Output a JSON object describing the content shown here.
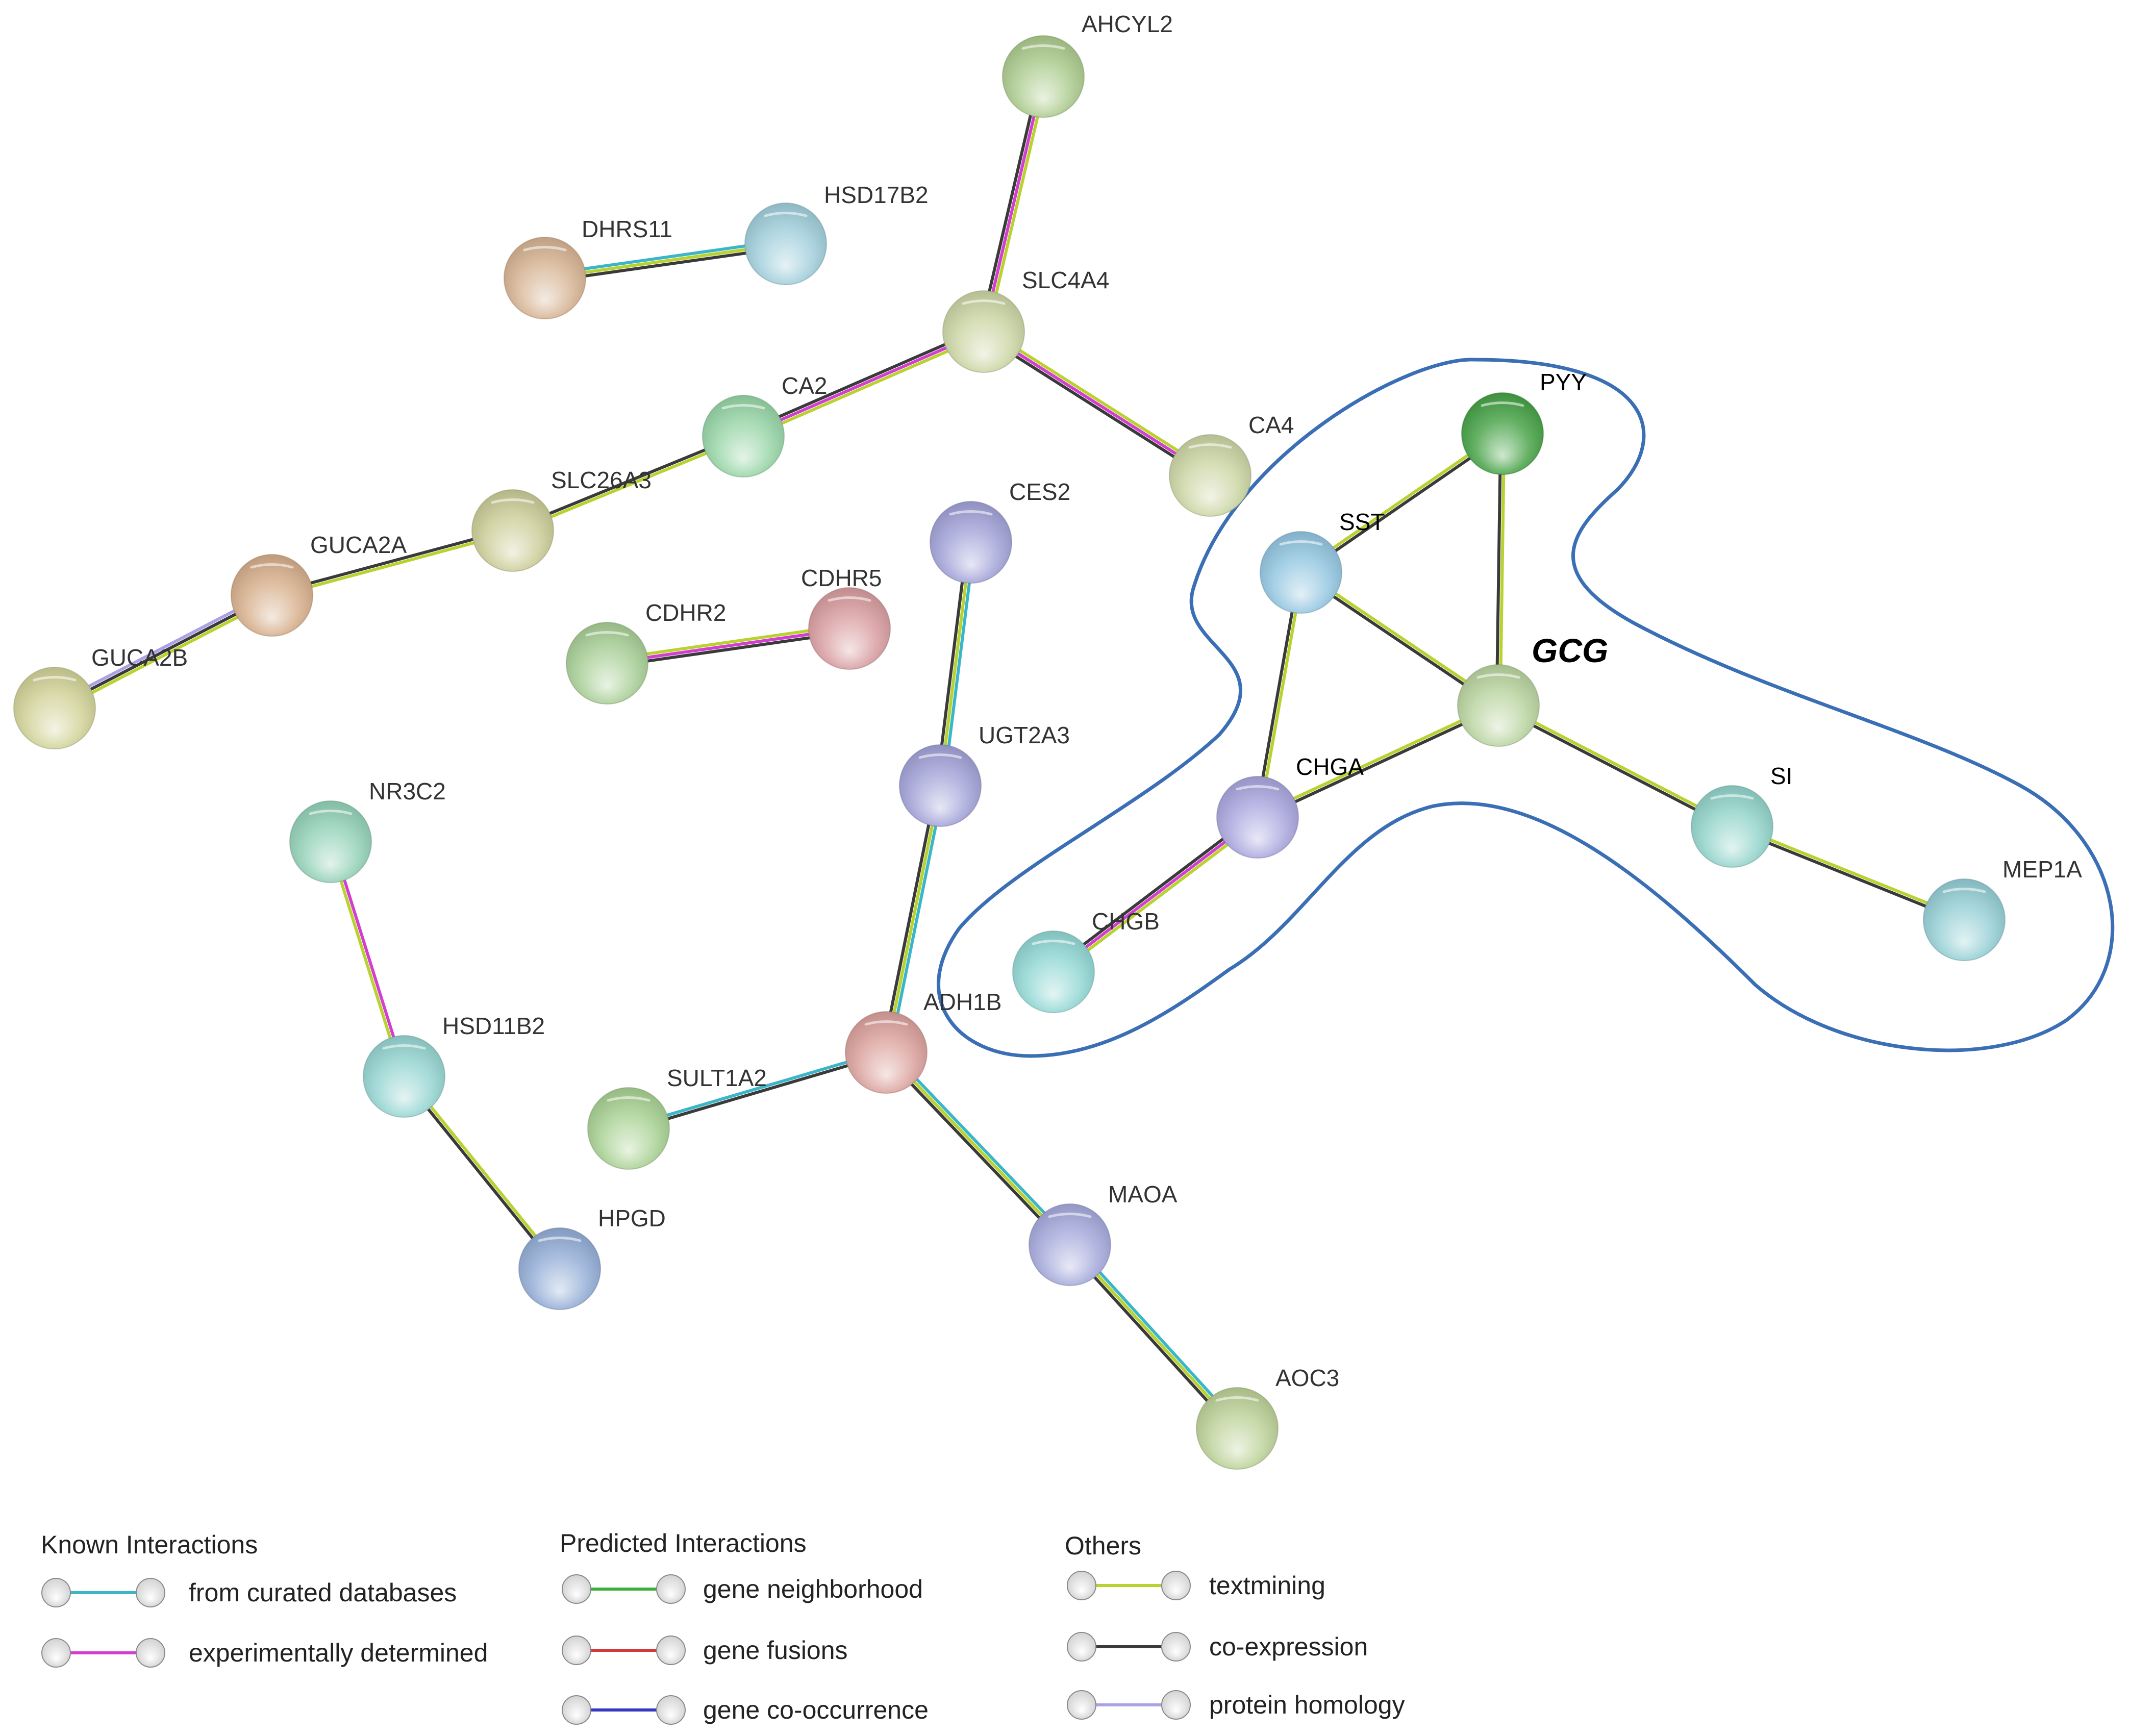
{
  "nodes": [
    {
      "id": "AHCYL2",
      "label": "AHCYL2",
      "color": "#a9c98a"
    },
    {
      "id": "HSD17B2",
      "label": "HSD17B2",
      "color": "#9cccd9"
    },
    {
      "id": "DHRS11",
      "label": "DHRS11",
      "color": "#d4b08e"
    },
    {
      "id": "SLC4A4",
      "label": "SLC4A4",
      "color": "#c9d3a0"
    },
    {
      "id": "CA2",
      "label": "CA2",
      "color": "#93d3a3"
    },
    {
      "id": "CA4",
      "label": "CA4",
      "color": "#c9d3a0"
    },
    {
      "id": "SLC26A3",
      "label": "SLC26A3",
      "color": "#c9ca93"
    },
    {
      "id": "GUCA2A",
      "label": "GUCA2A",
      "color": "#d4ab86"
    },
    {
      "id": "GUCA2B",
      "label": "GUCA2B",
      "color": "#cfd194"
    },
    {
      "id": "CES2",
      "label": "CES2",
      "color": "#9e9fd6"
    },
    {
      "id": "CDHR5",
      "label": "CDHR5",
      "color": "#d7999c"
    },
    {
      "id": "CDHR2",
      "label": "CDHR2",
      "color": "#a5cd92"
    },
    {
      "id": "UGT2A3",
      "label": "UGT2A3",
      "color": "#9e9fd6"
    },
    {
      "id": "NR3C2",
      "label": "NR3C2",
      "color": "#8fd0b5"
    },
    {
      "id": "HSD11B2",
      "label": "HSD11B2",
      "color": "#91d3cf"
    },
    {
      "id": "HPGD",
      "label": "HPGD",
      "color": "#8eaad4"
    },
    {
      "id": "ADH1B",
      "label": "ADH1B",
      "color": "#d99d98"
    },
    {
      "id": "SULT1A2",
      "label": "SULT1A2",
      "color": "#a5cf8e"
    },
    {
      "id": "MAOA",
      "label": "MAOA",
      "color": "#a1a6da"
    },
    {
      "id": "AOC3",
      "label": "AOC3",
      "color": "#b9cf93"
    },
    {
      "id": "PYY",
      "label": "PYY",
      "color": "#3e9e3e",
      "dark": true
    },
    {
      "id": "SST",
      "label": "SST",
      "color": "#8fc4e0",
      "dark": true
    },
    {
      "id": "GCG",
      "label": "GCG",
      "color": "#b7d29c",
      "focus": true
    },
    {
      "id": "CHGA",
      "label": "CHGA",
      "color": "#a6a3dd",
      "dark": true
    },
    {
      "id": "CHGB",
      "label": "CHGB",
      "color": "#8dd6d2"
    },
    {
      "id": "SI",
      "label": "SI",
      "color": "#8dd2c8",
      "dark": true
    },
    {
      "id": "MEP1A",
      "label": "MEP1A",
      "color": "#90cdd3"
    }
  ],
  "edges": [
    {
      "source": "AHCYL2",
      "target": "SLC4A4",
      "evidence": [
        "textmining",
        "experimental",
        "coexpression"
      ]
    },
    {
      "source": "DHRS11",
      "target": "HSD17B2",
      "evidence": [
        "curated",
        "textmining",
        "coexpression"
      ]
    },
    {
      "source": "SLC4A4",
      "target": "CA2",
      "evidence": [
        "textmining",
        "experimental",
        "coexpression"
      ]
    },
    {
      "source": "SLC4A4",
      "target": "CA4",
      "evidence": [
        "textmining",
        "experimental",
        "coexpression"
      ]
    },
    {
      "source": "CA2",
      "target": "SLC26A3",
      "evidence": [
        "textmining",
        "coexpression"
      ]
    },
    {
      "source": "SLC26A3",
      "target": "GUCA2A",
      "evidence": [
        "textmining",
        "coexpression"
      ]
    },
    {
      "source": "GUCA2A",
      "target": "GUCA2B",
      "evidence": [
        "textmining",
        "coexpression",
        "homology"
      ]
    },
    {
      "source": "CDHR2",
      "target": "CDHR5",
      "evidence": [
        "textmining",
        "experimental",
        "coexpression"
      ]
    },
    {
      "source": "CES2",
      "target": "UGT2A3",
      "evidence": [
        "curated",
        "textmining",
        "coexpression"
      ]
    },
    {
      "source": "UGT2A3",
      "target": "ADH1B",
      "evidence": [
        "curated",
        "textmining",
        "coexpression"
      ]
    },
    {
      "source": "NR3C2",
      "target": "HSD11B2",
      "evidence": [
        "experimental",
        "textmining"
      ]
    },
    {
      "source": "HSD11B2",
      "target": "HPGD",
      "evidence": [
        "textmining",
        "coexpression"
      ]
    },
    {
      "source": "SULT1A2",
      "target": "ADH1B",
      "evidence": [
        "curated",
        "coexpression"
      ]
    },
    {
      "source": "ADH1B",
      "target": "MAOA",
      "evidence": [
        "curated",
        "textmining",
        "coexpression"
      ]
    },
    {
      "source": "MAOA",
      "target": "AOC3",
      "evidence": [
        "curated",
        "textmining",
        "coexpression"
      ]
    },
    {
      "source": "SST",
      "target": "PYY",
      "evidence": [
        "textmining",
        "coexpression"
      ]
    },
    {
      "source": "PYY",
      "target": "GCG",
      "evidence": [
        "textmining",
        "coexpression"
      ]
    },
    {
      "source": "SST",
      "target": "GCG",
      "evidence": [
        "textmining",
        "coexpression"
      ]
    },
    {
      "source": "SST",
      "target": "CHGA",
      "evidence": [
        "textmining",
        "coexpression"
      ]
    },
    {
      "source": "CHGA",
      "target": "GCG",
      "evidence": [
        "textmining",
        "coexpression"
      ]
    },
    {
      "source": "CHGA",
      "target": "CHGB",
      "evidence": [
        "textmining",
        "experimental",
        "coexpression"
      ]
    },
    {
      "source": "GCG",
      "target": "SI",
      "evidence": [
        "textmining",
        "coexpression"
      ]
    },
    {
      "source": "SI",
      "target": "MEP1A",
      "evidence": [
        "textmining",
        "coexpression"
      ]
    }
  ],
  "evidence_colors": {
    "curated": "#3bb6c9",
    "experimental": "#d23fd0",
    "neighborhood": "#3aaf3a",
    "fusion": "#d23a3a",
    "cooccurrence": "#3838c2",
    "textmining": "#b9d22f",
    "coexpression": "#3a3a3a",
    "homology": "#a9a3e6"
  },
  "cluster_outline_color": "#3a6eb5",
  "legend": {
    "known": {
      "heading": "Known Interactions",
      "items": [
        {
          "label": "from curated databases",
          "evidence": "curated"
        },
        {
          "label": "experimentally determined",
          "evidence": "experimental"
        }
      ]
    },
    "predicted": {
      "heading": "Predicted Interactions",
      "items": [
        {
          "label": "gene neighborhood",
          "evidence": "neighborhood"
        },
        {
          "label": "gene fusions",
          "evidence": "fusion"
        },
        {
          "label": "gene co-occurrence",
          "evidence": "cooccurrence"
        }
      ]
    },
    "others": {
      "heading": "Others",
      "items": [
        {
          "label": "textmining",
          "evidence": "textmining"
        },
        {
          "label": "co-expression",
          "evidence": "coexpression"
        },
        {
          "label": "protein homology",
          "evidence": "homology"
        }
      ]
    }
  }
}
